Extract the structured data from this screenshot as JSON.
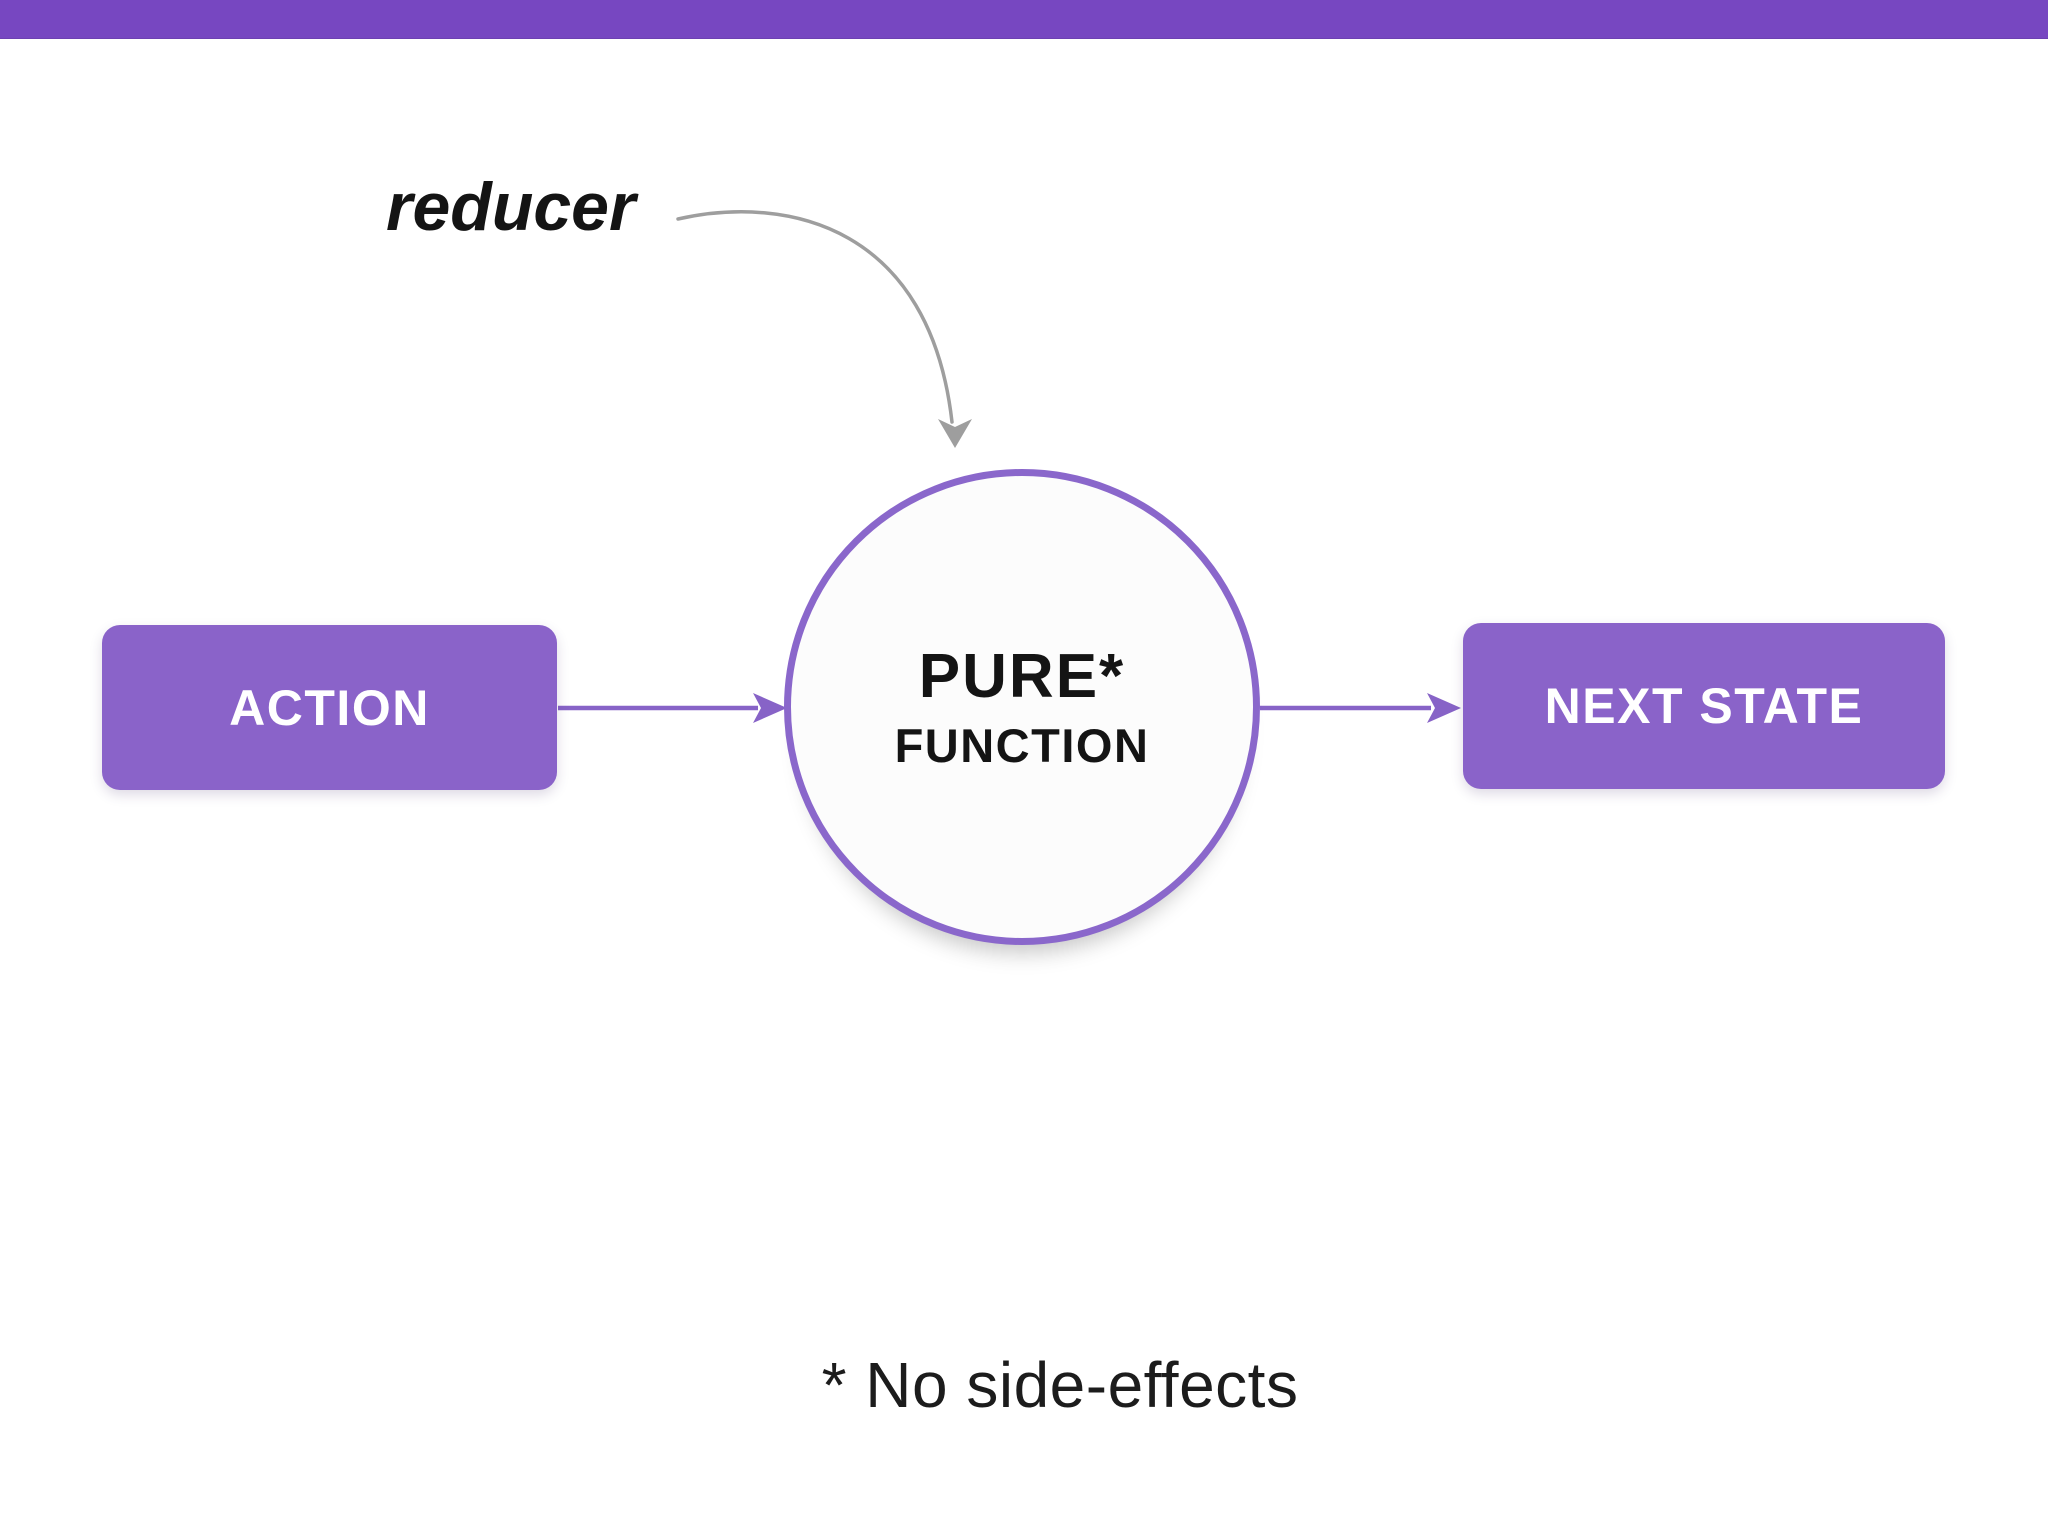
{
  "colors": {
    "background": "#FFFFFF",
    "top_bar": "#7747C1",
    "node_fill": "#8A63C9",
    "node_text": "#FFFFFF",
    "circle_stroke": "#8A67CB",
    "circle_fill": "#FCFCFC",
    "arrow": "#8763C7",
    "curve_arrow": "#9E9E9E",
    "text_dark": "#141414"
  },
  "diagram": {
    "reducer_label": "reducer",
    "nodes": {
      "action": {
        "label": "ACTION"
      },
      "pure_function": {
        "title": "PURE*",
        "subtitle": "FUNCTION"
      },
      "next_state": {
        "label": "NEXT STATE"
      }
    },
    "arrows": [
      {
        "name": "reducer-pointer-arrow",
        "style": "curved",
        "from": "reducer",
        "to": "pure-function-circle"
      },
      {
        "name": "action-to-function-arrow",
        "style": "straight",
        "from": "action",
        "to": "pure-function-circle"
      },
      {
        "name": "function-to-next-state-arrow",
        "style": "straight",
        "from": "pure-function-circle",
        "to": "next_state"
      }
    ],
    "footnote": "* No side-effects"
  }
}
